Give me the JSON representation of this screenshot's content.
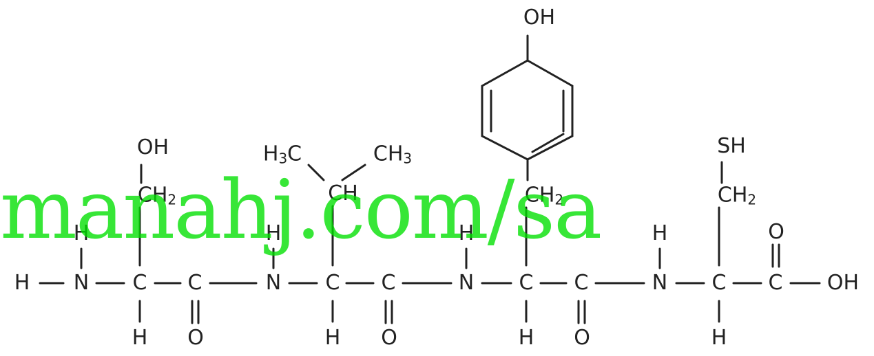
{
  "backbone": {
    "h_start": "H",
    "nitrogen": "N",
    "carbon": "C",
    "hydrogen": "H",
    "oxygen": "O",
    "terminal_oh": "OH"
  },
  "side_chains": {
    "serine": {
      "hydroxyl": "OH",
      "methylene": "CH",
      "methylene_sub": "2"
    },
    "valine": {
      "methyl": "CH",
      "methyl_sub": "3",
      "methyl_left": "H",
      "methyl_left_sub": "3",
      "methyl_left_tail": "C",
      "methine": "CH"
    },
    "tyrosine": {
      "hydroxyl": "OH",
      "methylene": "CH",
      "methylene_sub": "2"
    },
    "cysteine": {
      "thiol": "SH",
      "methylene": "CH",
      "methylene_sub": "2"
    }
  },
  "watermark": {
    "text": "manahj.com/sa",
    "color": "#00e000"
  }
}
